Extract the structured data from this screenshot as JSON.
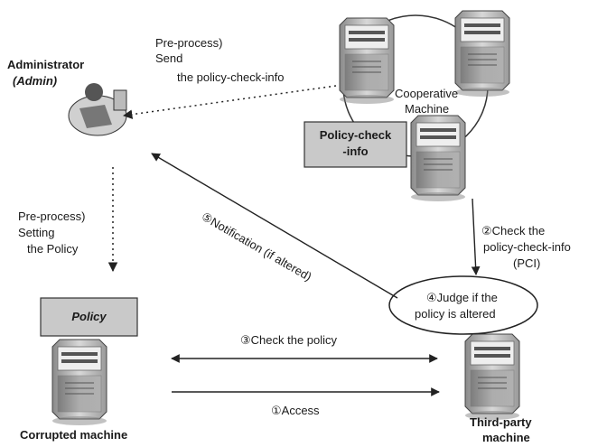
{
  "nodes": {
    "administrator": {
      "line1": "Administrator",
      "line2": "(Admin)"
    },
    "cooperative": {
      "line1": "Cooperative",
      "line2": "Machine"
    },
    "pci_box": {
      "line1": "Policy-check",
      "line2": "-info"
    },
    "corrupted": {
      "label": "Corrupted machine",
      "policy_box": "Policy"
    },
    "third_party": {
      "line1": "Third-party",
      "line2": "machine"
    },
    "judge": {
      "line1": "④Judge if the",
      "line2": "policy is altered"
    }
  },
  "edges": {
    "send_pci": {
      "line1": "Pre-process)",
      "line2": "Send",
      "line3": "the policy-check-info"
    },
    "setting_policy": {
      "line1": "Pre-process)",
      "line2": "Setting",
      "line3": "the Policy"
    },
    "check_pci": {
      "line1": "②Check the",
      "line2": "policy-check-info",
      "line3": "(PCI)"
    },
    "check_policy": {
      "label": "③Check the policy"
    },
    "access": {
      "label": "①Access"
    },
    "notification": {
      "label": "⑤Notification (if altered)"
    }
  }
}
